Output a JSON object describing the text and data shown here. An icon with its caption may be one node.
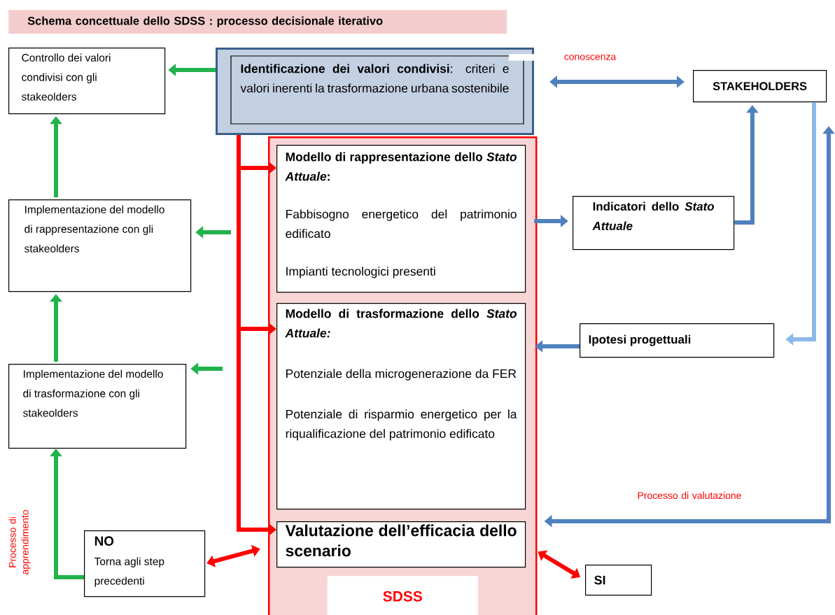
{
  "diagram": {
    "title": "Schema concettuale dello SDSS : processo decisionale iterativo",
    "nodes": [
      {
        "text": [
          "Controllo dei valori condivisi con gli stakeolders"
        ]
      },
      {
        "text": [
          "**Identificazione dei valori condivisi**: criteri e valori inerenti la trasformazione urbana sostenibile"
        ]
      },
      {
        "text": [
          "STAKEHOLDERS"
        ]
      },
      {
        "text": [
          "SDSS"
        ]
      },
      {
        "text": [
          "Modello di rappresentazione dello *Stato Attuale*:",
          "Fabbisogno energetico del patrimonio edificato",
          "Impianti tecnologici presenti"
        ],
        "in": 3
      },
      {
        "text": [
          "Modello di trasformazione dello *Stato Attuale:*",
          "Potenziale della microgenerazione da FER",
          "Potenziale di risparmio energetico per la riqualificazione del patrimonio edificato"
        ],
        "in": 3
      },
      {
        "text": [
          "Valutazione dell’efficacia dello scenario"
        ],
        "in": 3
      },
      {
        "text": [
          "Implementazione del modello di rappresentazione con gli stakeolders"
        ]
      },
      {
        "text": [
          "Indicatori dello *Stato Attuale*"
        ]
      },
      {
        "text": [
          "Implementazione del modello di trasformazione con gli stakeolders"
        ]
      },
      {
        "text": [
          "Ipotesi progettuali"
        ]
      },
      {
        "text": [
          "NO",
          "Torna agli step precedenti"
        ]
      },
      {
        "text": [
          "SI"
        ]
      }
    ],
    "edges": [
      {
        "from": 1,
        "to": 0,
        "arrow": "to"
      },
      {
        "from": 1,
        "to": 2,
        "arrow": "both",
        "label": "conoscenza",
        "color": "#4f81bd"
      },
      {
        "from": 8,
        "to": 2,
        "arrow": "to",
        "color": "#4f81bd"
      },
      {
        "from": 4,
        "to": 8,
        "arrow": "to",
        "color": "#4f81bd"
      },
      {
        "from": 2,
        "to": 10,
        "arrow": "to",
        "color": "#8db9e8"
      },
      {
        "from": 10,
        "to": 5,
        "arrow": "to",
        "color": "#4f81bd"
      },
      {
        "from": 3,
        "to": 2,
        "arrow": "both",
        "label": "Processo di valutazione",
        "color": "#4f81bd"
      },
      {
        "from": 1,
        "to": 4,
        "arrow": "to",
        "color": "#ff0000"
      },
      {
        "from": 1,
        "to": 5,
        "arrow": "to",
        "color": "#ff0000"
      },
      {
        "from": 1,
        "to": 6,
        "arrow": "to",
        "color": "#ff0000"
      },
      {
        "from": 6,
        "to": 11,
        "arrow": "both",
        "color": "#ff0000"
      },
      {
        "from": 6,
        "to": 12,
        "arrow": "both",
        "color": "#ff0000"
      },
      {
        "from": null,
        "to": 7,
        "arrow": "to"
      },
      {
        "from": null,
        "to": 9,
        "arrow": "to"
      },
      {
        "from": 7,
        "to": 0,
        "arrow": "to"
      },
      {
        "from": 9,
        "to": 7,
        "arrow": "to"
      },
      {
        "from": 11,
        "to": 9,
        "arrow": "to",
        "label": "Processo di apprendimento"
      }
    ]
  }
}
